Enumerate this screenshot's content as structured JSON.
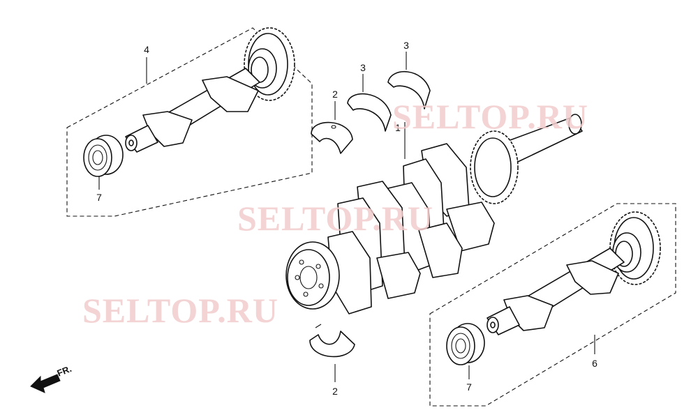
{
  "watermark": "SELTOP.RU",
  "direction_label": "FR.",
  "callouts": {
    "crankshaft": "1",
    "bearing_upper": "2",
    "bearing_lower": "2",
    "thrust_washer_a": "3",
    "thrust_washer_b": "3",
    "balancer_shaft_upper": "4",
    "balancer_shaft_lower": "6",
    "ball_bearing_upper": "7",
    "ball_bearing_lower": "7"
  },
  "colors": {
    "line": "#111111",
    "watermark": "#f1cccc",
    "background": "#ffffff"
  }
}
